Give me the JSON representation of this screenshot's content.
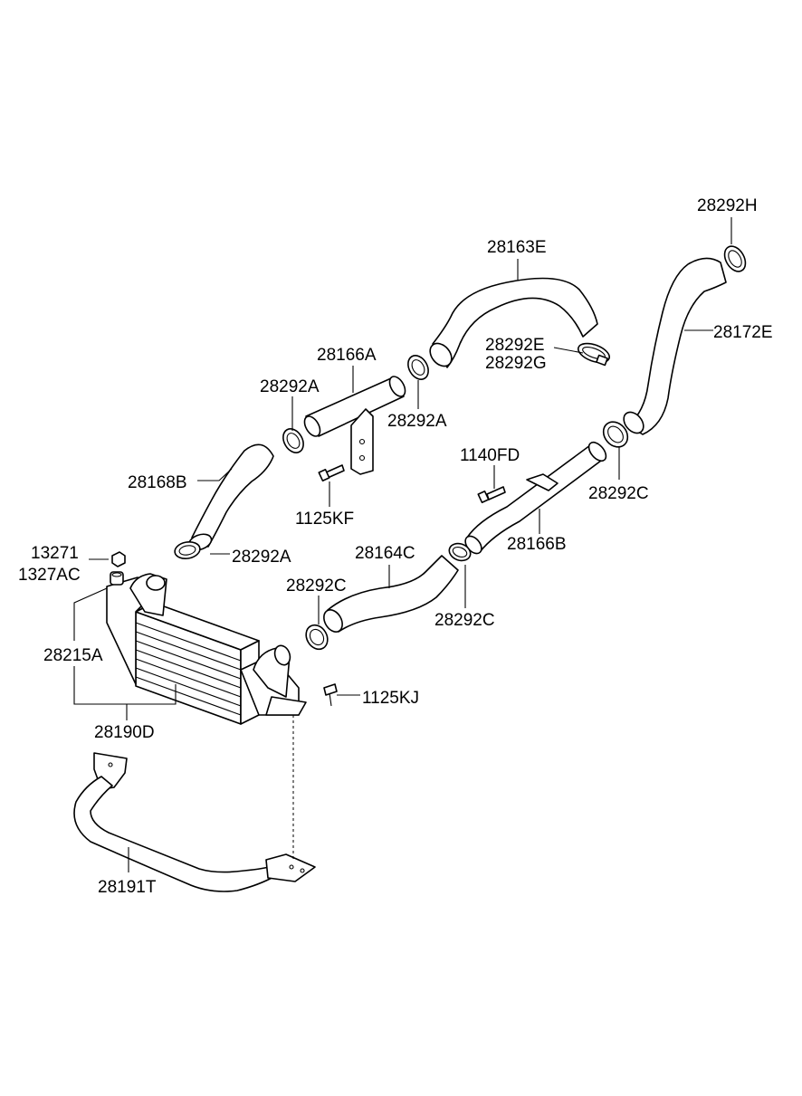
{
  "callouts": {
    "c28292H": "28292H",
    "c28163E": "28163E",
    "c28172E": "28172E",
    "c28292E": "28292E",
    "c28292G": "28292G",
    "c28166A": "28166A",
    "c28292A_top": "28292A",
    "c28292A_mid": "28292A",
    "c28168B": "28168B",
    "c1140FD": "1140FD",
    "c28292C_right": "28292C",
    "c1125KF": "1125KF",
    "c28166B": "28166B",
    "c13271": "13271",
    "c1327AC": "1327AC",
    "c28292A_low": "28292A",
    "c28164C": "28164C",
    "c28292C_mid": "28292C",
    "c28292C_low": "28292C",
    "c28215A": "28215A",
    "c1125KJ": "1125KJ",
    "c28190D": "28190D",
    "c28191T": "28191T"
  },
  "colors": {
    "line": "#000000",
    "background": "#ffffff"
  }
}
